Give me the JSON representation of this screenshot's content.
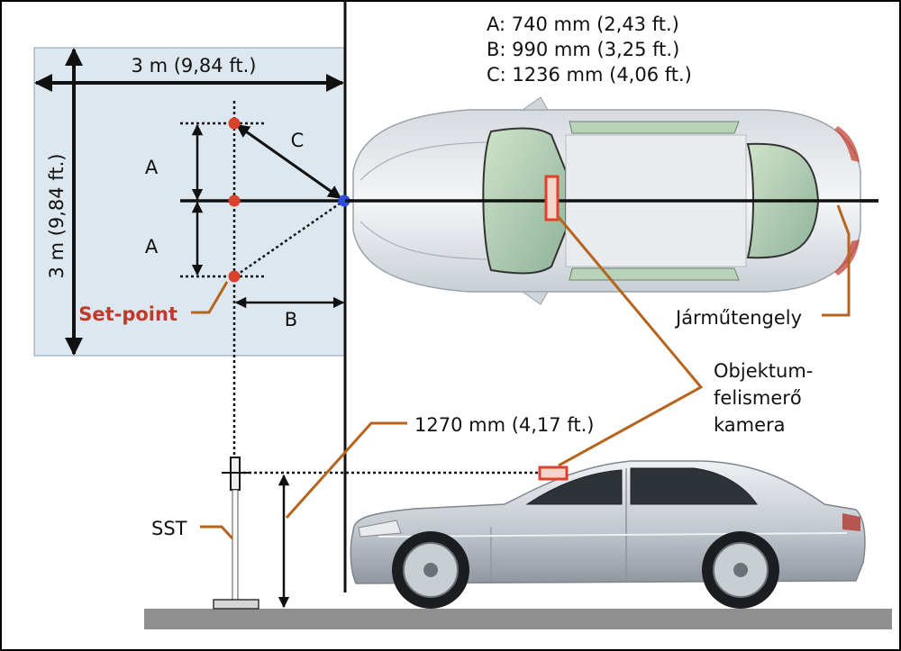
{
  "legend": {
    "a": "A: 740 mm (2,43 ft.)",
    "b": "B: 990 mm (3,25 ft.)",
    "c": "C: 1236 mm (4,06 ft.)"
  },
  "square": {
    "width_label": "3 m (9,84 ft.)",
    "height_label": "3 m (9,84 ft.)"
  },
  "labels": {
    "a": "A",
    "b": "B",
    "c": "C",
    "set_point": "Set-point",
    "vehicle_axis": "Járműtengely",
    "camera_line1": "Objektum-",
    "camera_line2": "felismerő",
    "camera_line3": "kamera",
    "camera_height": "1270 mm (4,17 ft.)",
    "sst": "SST"
  },
  "colors": {
    "square_fill": "#dce7ef",
    "leader": "#b5651d",
    "setpoint": "#d9422b",
    "center_dot": "#2b4fd8",
    "setpoint_label": "#c0392b",
    "camera_box": "#e2402c"
  }
}
